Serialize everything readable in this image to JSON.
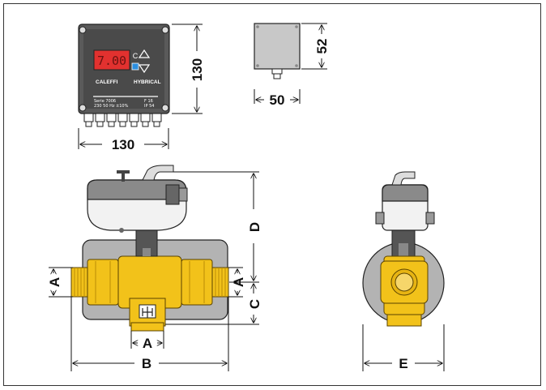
{
  "controller": {
    "display_value": "7.00",
    "mode_letter": "C",
    "brand_left": "CALEFFI",
    "brand_right": "HYBRICAL",
    "plate_line1": "Serie 7006",
    "plate_line2": "230 50 Hz ±10%",
    "plate_code": "F 16",
    "plate_ip": "IP 54"
  },
  "dimensions": {
    "controller_height": "130",
    "controller_width": "130",
    "box_height": "52",
    "box_width": "50",
    "valve_A_left": "A",
    "valve_A_right": "A",
    "valve_A_bottom": "A",
    "valve_B": "B",
    "valve_C": "C",
    "valve_D": "D",
    "valve_E": "E"
  },
  "colors": {
    "brass": "#f2c21a",
    "brass_dark": "#b98c06",
    "plate_grey": "#b3b3b3",
    "housing_grey": "#8a8a8a",
    "panel_dark": "#4a4a4a",
    "display_red": "#e2312f"
  }
}
